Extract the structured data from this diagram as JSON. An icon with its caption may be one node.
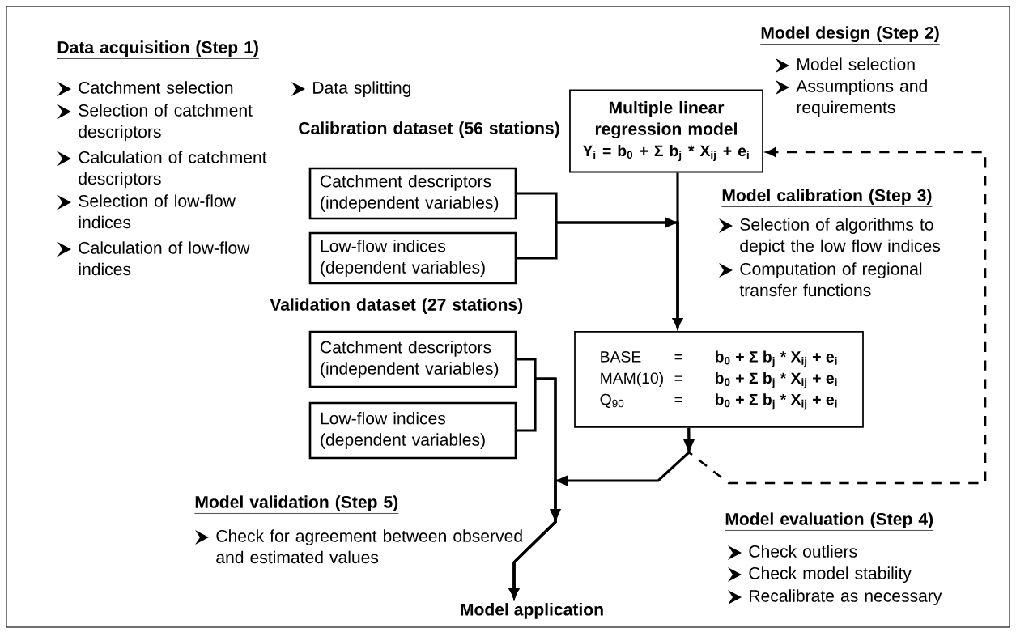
{
  "diagram": {
    "nodes": [
      {
        "text": [
          "Catchment descriptors (independent variables)"
        ]
      },
      {
        "text": [
          "Low-flow indices (dependent variables)"
        ]
      },
      {
        "text": [
          "Multiple linear regression model",
          "Y$_{i}$ = b$_{0}$ + Σ b$_{j}$ * X$_{ij}$ + e$_{i}$"
        ]
      },
      {
        "text": [
          "BASE",
          "=",
          "b$_{0}$ + Σ b$_{j}$ * X$_{ij}$ + e$_{i}$",
          "MAM(10)",
          "=",
          "b$_{0}$ + Σ b$_{j}$ * X$_{ij}$ + e$_{i}$",
          "Q$_{90}$",
          "=",
          "b$_{0}$ + Σ b$_{j}$ * X$_{ij}$ + e$_{i}$"
        ]
      },
      {
        "text": [
          "Catchment descriptors (independent variables)"
        ]
      },
      {
        "text": [
          "Low-flow indices (dependent variables)"
        ]
      },
      {
        "text": [
          "Model application"
        ]
      }
    ],
    "edges": [
      {
        "from": 0,
        "to": 3,
        "arrow": "to"
      },
      {
        "from": 1,
        "to": 3,
        "arrow": "to"
      },
      {
        "from": 2,
        "to": 3,
        "arrow": "to"
      },
      {
        "from": 3,
        "to": 2,
        "arrow": "to",
        "style": "dashed"
      },
      {
        "from": 4,
        "to": 6,
        "arrow": "to"
      },
      {
        "from": 5,
        "to": 6,
        "arrow": "to"
      },
      {
        "from": 3,
        "to": 6,
        "arrow": "to"
      }
    ],
    "labels": [
      "Data acquisition (Step 1)",
      "Model design (Step 2)",
      "Model selection",
      "Assumptions and requirements",
      "Catchment selection",
      "Data splitting",
      "Selection of catchment descriptors",
      "Calibration dataset (56 stations)",
      "Calculation of catchment descriptors",
      "Selection of low-flow indices",
      "Calculation of low-flow indices",
      "Model calibration (Step 3)",
      "Selection of algorithms to depict the low flow indices",
      "Computation of regional transfer functions",
      "Validation dataset (27 stations)",
      "Model validation (Step 5)",
      "Check for agreement between observed and estimated values",
      "Model evaluation (Step 4)",
      "Check outliers",
      "Check model stability",
      "Recalibrate as necessary"
    ]
  }
}
